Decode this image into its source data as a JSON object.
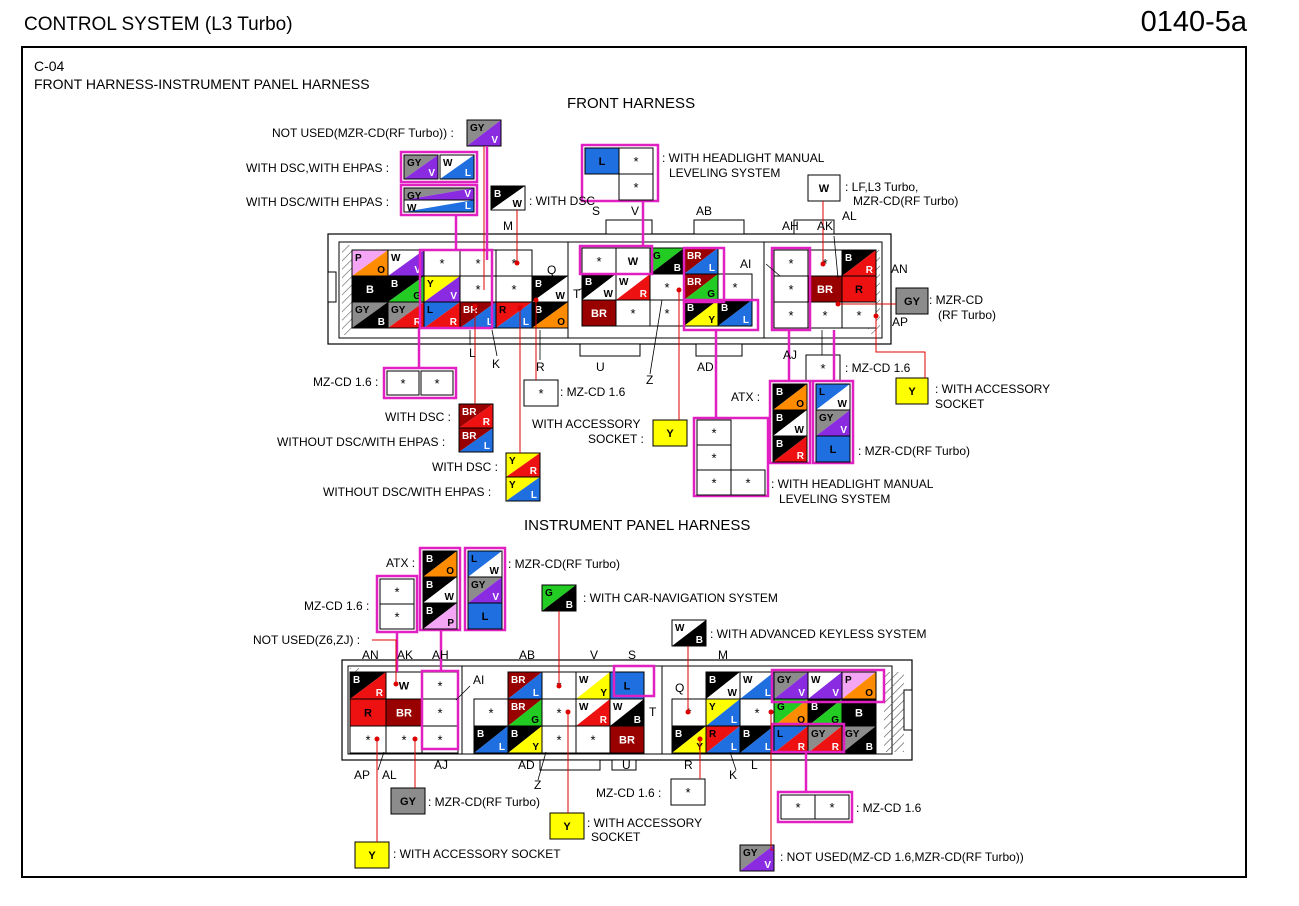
{
  "header": {
    "title": "CONTROL SYSTEM (L3 Turbo)",
    "page_code": "0140-5a"
  },
  "diagram": {
    "connector_id": "C-04",
    "connector_name": "FRONT HARNESS-INSTRUMENT PANEL HARNESS"
  },
  "front": {
    "heading": "FRONT HARNESS",
    "labels": {
      "not_used_mzr": "NOT USED(MZR-CD(RF Turbo)) :",
      "with_dsc_with_ehpas": "WITH DSC,WITH EHPAS :",
      "with_dsc_slash_ehpas": "WITH DSC/WITH EHPAS :",
      "with_dsc_bw": ": WITH DSC",
      "hl_manual_1": ": WITH HEADLIGHT MANUAL",
      "hl_manual_2": "LEVELING SYSTEM",
      "lf_l3_1": ": LF,L3 Turbo,",
      "lf_l3_2": "MZR-CD(RF Turbo)",
      "mzr_gy_1": ": MZR-CD",
      "mzr_gy_2": "(RF Turbo)",
      "mzcd16_left": "MZ-CD 1.6 :",
      "mzcd16_mid": ": MZ-CD 1.6",
      "mzcd16_right": ": MZ-CD 1.6",
      "with_dsc_br": "WITH DSC :",
      "without_dsc_br": "WITHOUT DSC/WITH EHPAS :",
      "with_dsc_y": "WITH DSC :",
      "without_dsc_y": "WITHOUT DSC/WITH EHPAS :",
      "acc_socket_1": "WITH ACCESSORY",
      "acc_socket_2": "SOCKET :",
      "acc_right_1": ": WITH ACCESSORY",
      "acc_right_2": "SOCKET",
      "atx": "ATX :",
      "mzr_col": ": MZR-CD(RF Turbo)",
      "hl_bottom_1": ": WITH HEADLIGHT MANUAL",
      "hl_bottom_2": "LEVELING SYSTEM"
    },
    "pins": {
      "S": "S",
      "V": "V",
      "AB": "AB",
      "M": "M",
      "AH": "AH",
      "AK": "AK",
      "AL": "AL",
      "AI": "AI",
      "AN": "AN",
      "AP": "AP",
      "Q": "Q",
      "T": "T",
      "L": "L",
      "K": "K",
      "R": "R",
      "U": "U",
      "Z": "Z",
      "AD": "AD",
      "AJ": "AJ"
    }
  },
  "ip": {
    "heading": "INSTRUMENT PANEL HARNESS",
    "labels": {
      "atx": "ATX :",
      "mzr_col": ": MZR-CD(RF Turbo)",
      "mzcd16_left": "MZ-CD 1.6 :",
      "car_nav": ": WITH CAR-NAVIGATION SYSTEM",
      "not_used_z6": "NOT USED(Z6,ZJ) :",
      "adv_keyless": ": WITH ADVANCED KEYLESS SYSTEM",
      "gy_mzr": ": MZR-CD(RF Turbo)",
      "acc_1": ": WITH ACCESSORY",
      "acc_2": "SOCKET",
      "acc_long": ": WITH ACCESSORY SOCKET",
      "mzcd16_mid": "MZ-CD 1.6 :",
      "mzcd16_right": ": MZ-CD 1.6",
      "not_used_mzcd": ": NOT USED(MZ-CD 1.6,MZR-CD(RF Turbo))"
    },
    "pins": {
      "AN": "AN",
      "AK": "AK",
      "AH": "AH",
      "AI": "AI",
      "AB": "AB",
      "V": "V",
      "S": "S",
      "M": "M",
      "Q": "Q",
      "T": "T",
      "AP": "AP",
      "AL": "AL",
      "AJ": "AJ",
      "AD": "AD",
      "Z": "Z",
      "U": "U",
      "R": "R",
      "K": "K",
      "L": "L"
    }
  },
  "colors": {
    "B": "#000000",
    "W": "#ffffff",
    "R": "#ee1111",
    "L": "#1f6fe0",
    "G": "#22cc22",
    "Y": "#ffff00",
    "GY": "#8c8c8c",
    "V": "#8a2be2",
    "O": "#ff8c00",
    "P": "#f4a6f4",
    "BR": "#990000",
    "highlight": "#e020c0",
    "wire": "#dd0000"
  }
}
